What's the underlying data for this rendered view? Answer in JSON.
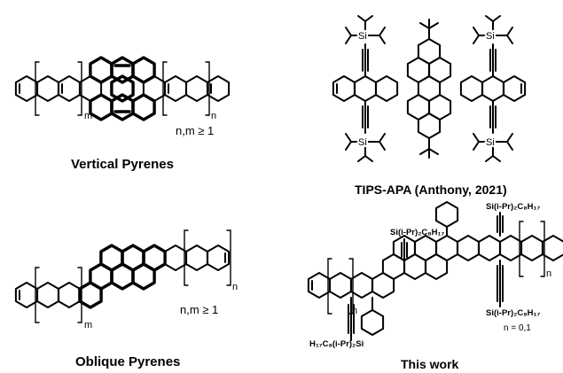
{
  "panels": {
    "vertical": {
      "caption": "Vertical Pyrenes",
      "index_m": "m",
      "index_n": "n",
      "condition": "n,m ≥ 1"
    },
    "tips_apa": {
      "caption": "TIPS-APA (Anthony, 2021)",
      "si_label": "Si"
    },
    "oblique": {
      "caption": "Oblique Pyrenes",
      "index_m": "m",
      "index_n": "n",
      "condition": "n,m ≥ 1"
    },
    "this_work": {
      "caption": "This work",
      "substituent_top": "Si(i-Pr)₂C₈H₁₇",
      "substituent_right_top": "Si(i-Pr)₂C₈H₁₇",
      "substituent_right_bottom": "Si(i-Pr)₂C₈H₁₇",
      "substituent_left_bottom": "H₁₇C₈(i-Pr)₂Si",
      "index_left": "n",
      "index_right": "n",
      "condition": "n = 0,1"
    }
  }
}
